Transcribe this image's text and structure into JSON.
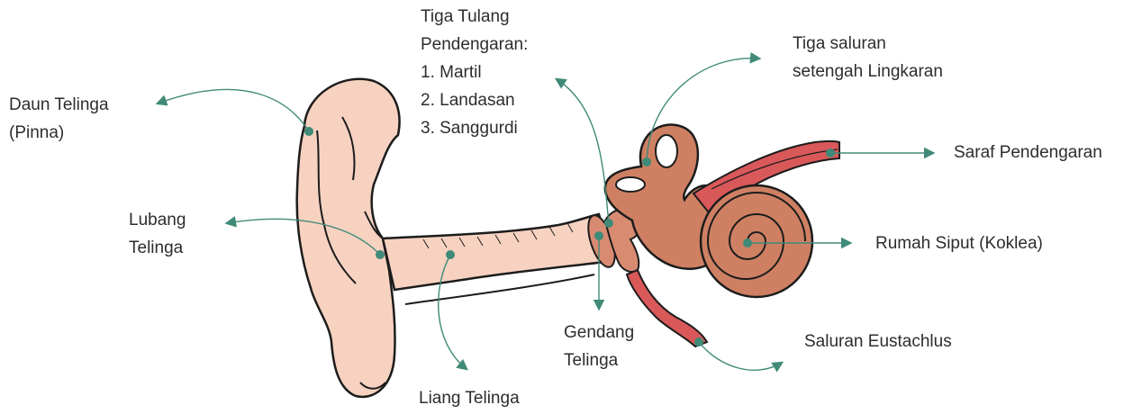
{
  "diagram": {
    "labels": {
      "daun_telinga": [
        "Daun Telinga",
        "(Pinna)"
      ],
      "tiga_tulang": [
        "Tiga Tulang",
        "Pendengaran:",
        "1. Martil",
        "2. Landasan",
        "3. Sanggurdi"
      ],
      "tiga_saluran": [
        "Tiga saluran",
        "setengah Lingkaran"
      ],
      "saraf": "Saraf Pendengaran",
      "lubang_telinga": [
        "Lubang",
        "Telinga"
      ],
      "rumah_siput": "Rumah Siput (Koklea)",
      "gendang_telinga": [
        "Gendang",
        "Telinga"
      ],
      "saluran_eustachius": "Saluran Eustachlus",
      "liang_telinga": "Liang Telinga"
    },
    "colors": {
      "leader": "#3f8a78",
      "outer_ear_fill": "#f7d2c0",
      "inner_ear_fill": "#cf8063",
      "nerve_fill": "#d9585a",
      "outline": "#1c1c1c"
    }
  }
}
